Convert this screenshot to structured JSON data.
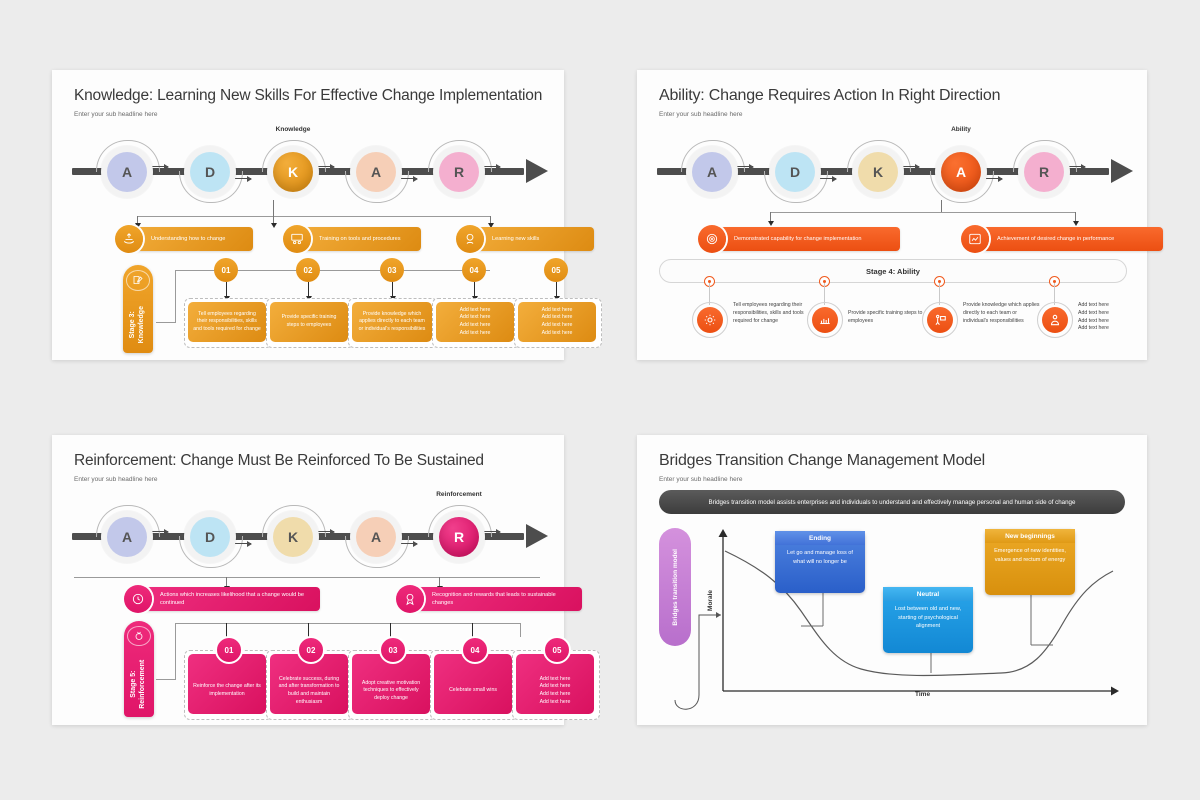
{
  "slides": [
    {
      "id": "knowledge",
      "title": "Knowledge: Learning New Skills For Effective Change Implementation",
      "subtitle": "Enter your sub headline here",
      "accent": "#e08c12",
      "highlight_label": "Knowledge",
      "highlight_index": 2,
      "adkar": [
        {
          "letter": "A",
          "color": "#c2c8ea"
        },
        {
          "letter": "D",
          "color": "#bde4f4"
        },
        {
          "letter": "K",
          "color": "#e8991a"
        },
        {
          "letter": "A",
          "color": "#f6cfb7"
        },
        {
          "letter": "R",
          "color": "#f4afcf"
        }
      ],
      "banners": [
        {
          "icon": "plant-hand-icon",
          "text": "Understanding how to change"
        },
        {
          "icon": "training-people-icon",
          "text": "Training on tools and procedures"
        },
        {
          "icon": "skills-brain-icon",
          "text": "Learning new skills"
        }
      ],
      "stage_tab": {
        "icon": "book-pen-icon",
        "label": "Stage 3: Knowledge"
      },
      "steps": [
        {
          "num": "01",
          "text": "Tell employees regarding their responsibilities, skills and tools required for change"
        },
        {
          "num": "02",
          "text": "Provide specific training steps to employees"
        },
        {
          "num": "03",
          "text": "Provide knowledge which applies directly to each team or individual's responsibilities"
        },
        {
          "num": "04",
          "text": "Add text here\nAdd text here\nAdd text here\nAdd text here"
        },
        {
          "num": "05",
          "text": "Add text here\nAdd text here\nAdd text here\nAdd text here"
        }
      ]
    },
    {
      "id": "ability",
      "title": "Ability: Change Requires Action In Right Direction",
      "subtitle": "Enter your sub headline here",
      "accent": "#f05a1e",
      "highlight_label": "Ability",
      "highlight_index": 3,
      "adkar": [
        {
          "letter": "A",
          "color": "#c2c8ea"
        },
        {
          "letter": "D",
          "color": "#bde4f4"
        },
        {
          "letter": "K",
          "color": "#f0dcab"
        },
        {
          "letter": "A",
          "color": "#f05a1e"
        },
        {
          "letter": "R",
          "color": "#f4afcf"
        }
      ],
      "banners": [
        {
          "icon": "target-icon",
          "text": "Demonstrated capability for change implementation"
        },
        {
          "icon": "performance-icon",
          "text": "Achievement of desired change in performance"
        }
      ],
      "stage_bar_label": "Stage 4: Ability",
      "items": [
        {
          "icon": "gear-icon",
          "text": "Tell employees regarding their responsibilities, skills and tools required for change"
        },
        {
          "icon": "chart-training-icon",
          "text": "Provide specific training steps to employees"
        },
        {
          "icon": "presenter-icon",
          "text": "Provide knowledge which applies directly to each team or individual's responsibilities"
        },
        {
          "icon": "person-award-icon",
          "text": "Add text here\nAdd text here\nAdd text here\nAdd text here"
        }
      ]
    },
    {
      "id": "reinforcement",
      "title": "Reinforcement: Change Must Be Reinforced To Be Sustained",
      "subtitle": "Enter your sub headline here",
      "accent": "#e01568",
      "highlight_label": "Reinforcement",
      "highlight_index": 4,
      "adkar": [
        {
          "letter": "A",
          "color": "#c2c8ea"
        },
        {
          "letter": "D",
          "color": "#bde4f4"
        },
        {
          "letter": "K",
          "color": "#f0dcab"
        },
        {
          "letter": "A",
          "color": "#f6cfb7"
        },
        {
          "letter": "R",
          "color": "#e01568"
        }
      ],
      "banners": [
        {
          "icon": "clock-check-icon",
          "text": "Actions which increases likelihood that a change would be continued"
        },
        {
          "icon": "award-ribbon-icon",
          "text": "Recognition and rewards that leads to sustainable changes"
        }
      ],
      "stage_tab": {
        "icon": "medal-icon",
        "label": "Stage 5: Reinforcement"
      },
      "steps": [
        {
          "num": "01",
          "text": "Reinforce the change after its implementation"
        },
        {
          "num": "02",
          "text": "Celebrate success, during and after transformation to build and maintain enthusiasm"
        },
        {
          "num": "03",
          "text": "Adopt creative motivation techniques to effectively deploy change"
        },
        {
          "num": "04",
          "text": "Celebrate small wins"
        },
        {
          "num": "05",
          "text": "Add text here\nAdd text here\nAdd text here\nAdd text here"
        }
      ]
    },
    {
      "id": "bridges",
      "title": "Bridges Transition Change Management Model",
      "subtitle": "Enter your sub headline here",
      "banner": "Bridges transition model assists enterprises and individuals to understand and effectively manage personal and human side of change",
      "side_label": "Bridges transition model",
      "chart_data": {
        "type": "line",
        "title": "Bridges Transition Change Management Model",
        "xlabel": "Time",
        "ylabel": "Morale",
        "grid": false,
        "legend": "none",
        "x": [
          0,
          10,
          20,
          30,
          40,
          50,
          60,
          70,
          80,
          90,
          100
        ],
        "values": [
          100,
          88,
          74,
          52,
          25,
          12,
          10,
          10,
          22,
          52,
          78
        ],
        "ylim": [
          0,
          110
        ],
        "xlim": [
          0,
          100
        ],
        "annotations": [
          {
            "label": "Ending",
            "x": 24,
            "color": "#3b6fd4",
            "text": "Let go and manage loss of what will no longer be"
          },
          {
            "label": "Neutral",
            "x": 55,
            "color": "#22a1e8",
            "text": "Lost between old and new, starting of psychological alignment"
          },
          {
            "label": "New beginnings",
            "x": 83,
            "color": "#e8a31c",
            "text": "Emergence of new identities, values and rectum of energy"
          }
        ]
      }
    }
  ]
}
